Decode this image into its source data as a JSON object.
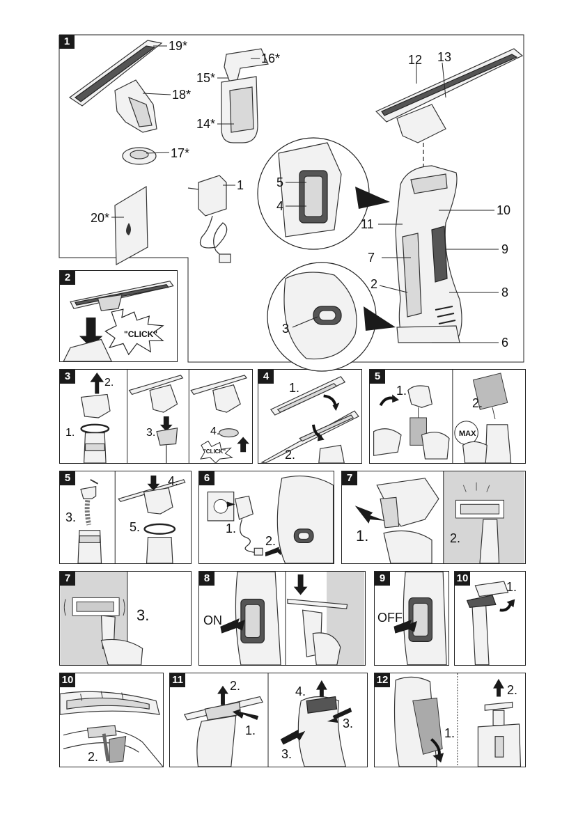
{
  "panels": {
    "p1": {
      "num": "1",
      "labels": {
        "l19": "19*",
        "l18": "18*",
        "l17": "17*",
        "l16": "16*",
        "l15": "15*",
        "l14": "14*",
        "l1": "1",
        "l20": "20*",
        "l12": "12",
        "l13": "13",
        "l5": "5",
        "l4": "4",
        "l10": "10",
        "l11": "11",
        "l9": "9",
        "l7": "7",
        "l2": "2",
        "l8": "8",
        "l3": "3",
        "l6": "6"
      }
    },
    "p2": {
      "num": "2",
      "click": "\"CLICK\""
    },
    "p3": {
      "num": "3",
      "s2": "2.",
      "s1": "1.",
      "s3": "3.",
      "s4": "4.",
      "click": "\"CLICK\""
    },
    "p4": {
      "num": "4",
      "s1": "1.",
      "s2": "2."
    },
    "p5a": {
      "num": "5",
      "s1": "1.",
      "s2": "2.",
      "max": "MAX"
    },
    "p5b": {
      "num": "5",
      "s3": "3.",
      "s4": "4.",
      "s5": "5."
    },
    "p6": {
      "num": "6",
      "s1": "1.",
      "s2": "2."
    },
    "p7a": {
      "num": "7",
      "s1": "1.",
      "s2": "2."
    },
    "p7b": {
      "num": "7",
      "s3": "3."
    },
    "p8": {
      "num": "8",
      "on": "ON"
    },
    "p9": {
      "num": "9",
      "off": "OFF"
    },
    "p10a": {
      "num": "10",
      "s1": "1."
    },
    "p10b": {
      "num": "10",
      "s2": "2."
    },
    "p11": {
      "num": "11",
      "s2": "2.",
      "s1": "1.",
      "s4": "4.",
      "s3a": "3.",
      "s3b": "3."
    },
    "p12": {
      "num": "12",
      "s1": "1.",
      "s2": "2."
    }
  }
}
